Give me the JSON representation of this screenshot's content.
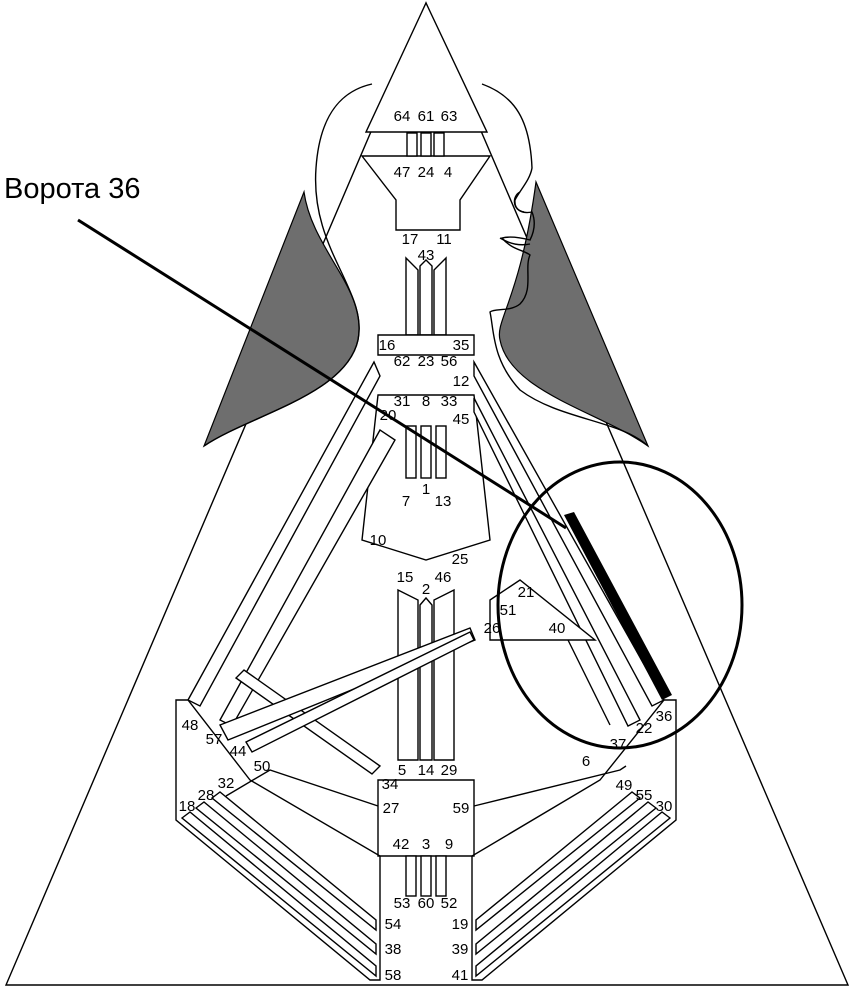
{
  "caption": "Ворота 36",
  "colors": {
    "shadow": "#6e6e6e",
    "highlight_bar": "#000000",
    "stroke": "#000000"
  },
  "gates": [
    "64",
    "61",
    "63",
    "47",
    "24",
    "4",
    "17",
    "43",
    "11",
    "16",
    "62",
    "23",
    "56",
    "35",
    "12",
    "31",
    "8",
    "33",
    "20",
    "45",
    "7",
    "1",
    "13",
    "10",
    "25",
    "15",
    "2",
    "46",
    "21",
    "51",
    "26",
    "40",
    "48",
    "57",
    "44",
    "50",
    "34",
    "5",
    "14",
    "29",
    "6",
    "37",
    "22",
    "36",
    "32",
    "28",
    "18",
    "27",
    "59",
    "49",
    "55",
    "30",
    "42",
    "3",
    "9",
    "53",
    "60",
    "52",
    "54",
    "19",
    "38",
    "39",
    "58",
    "41"
  ]
}
